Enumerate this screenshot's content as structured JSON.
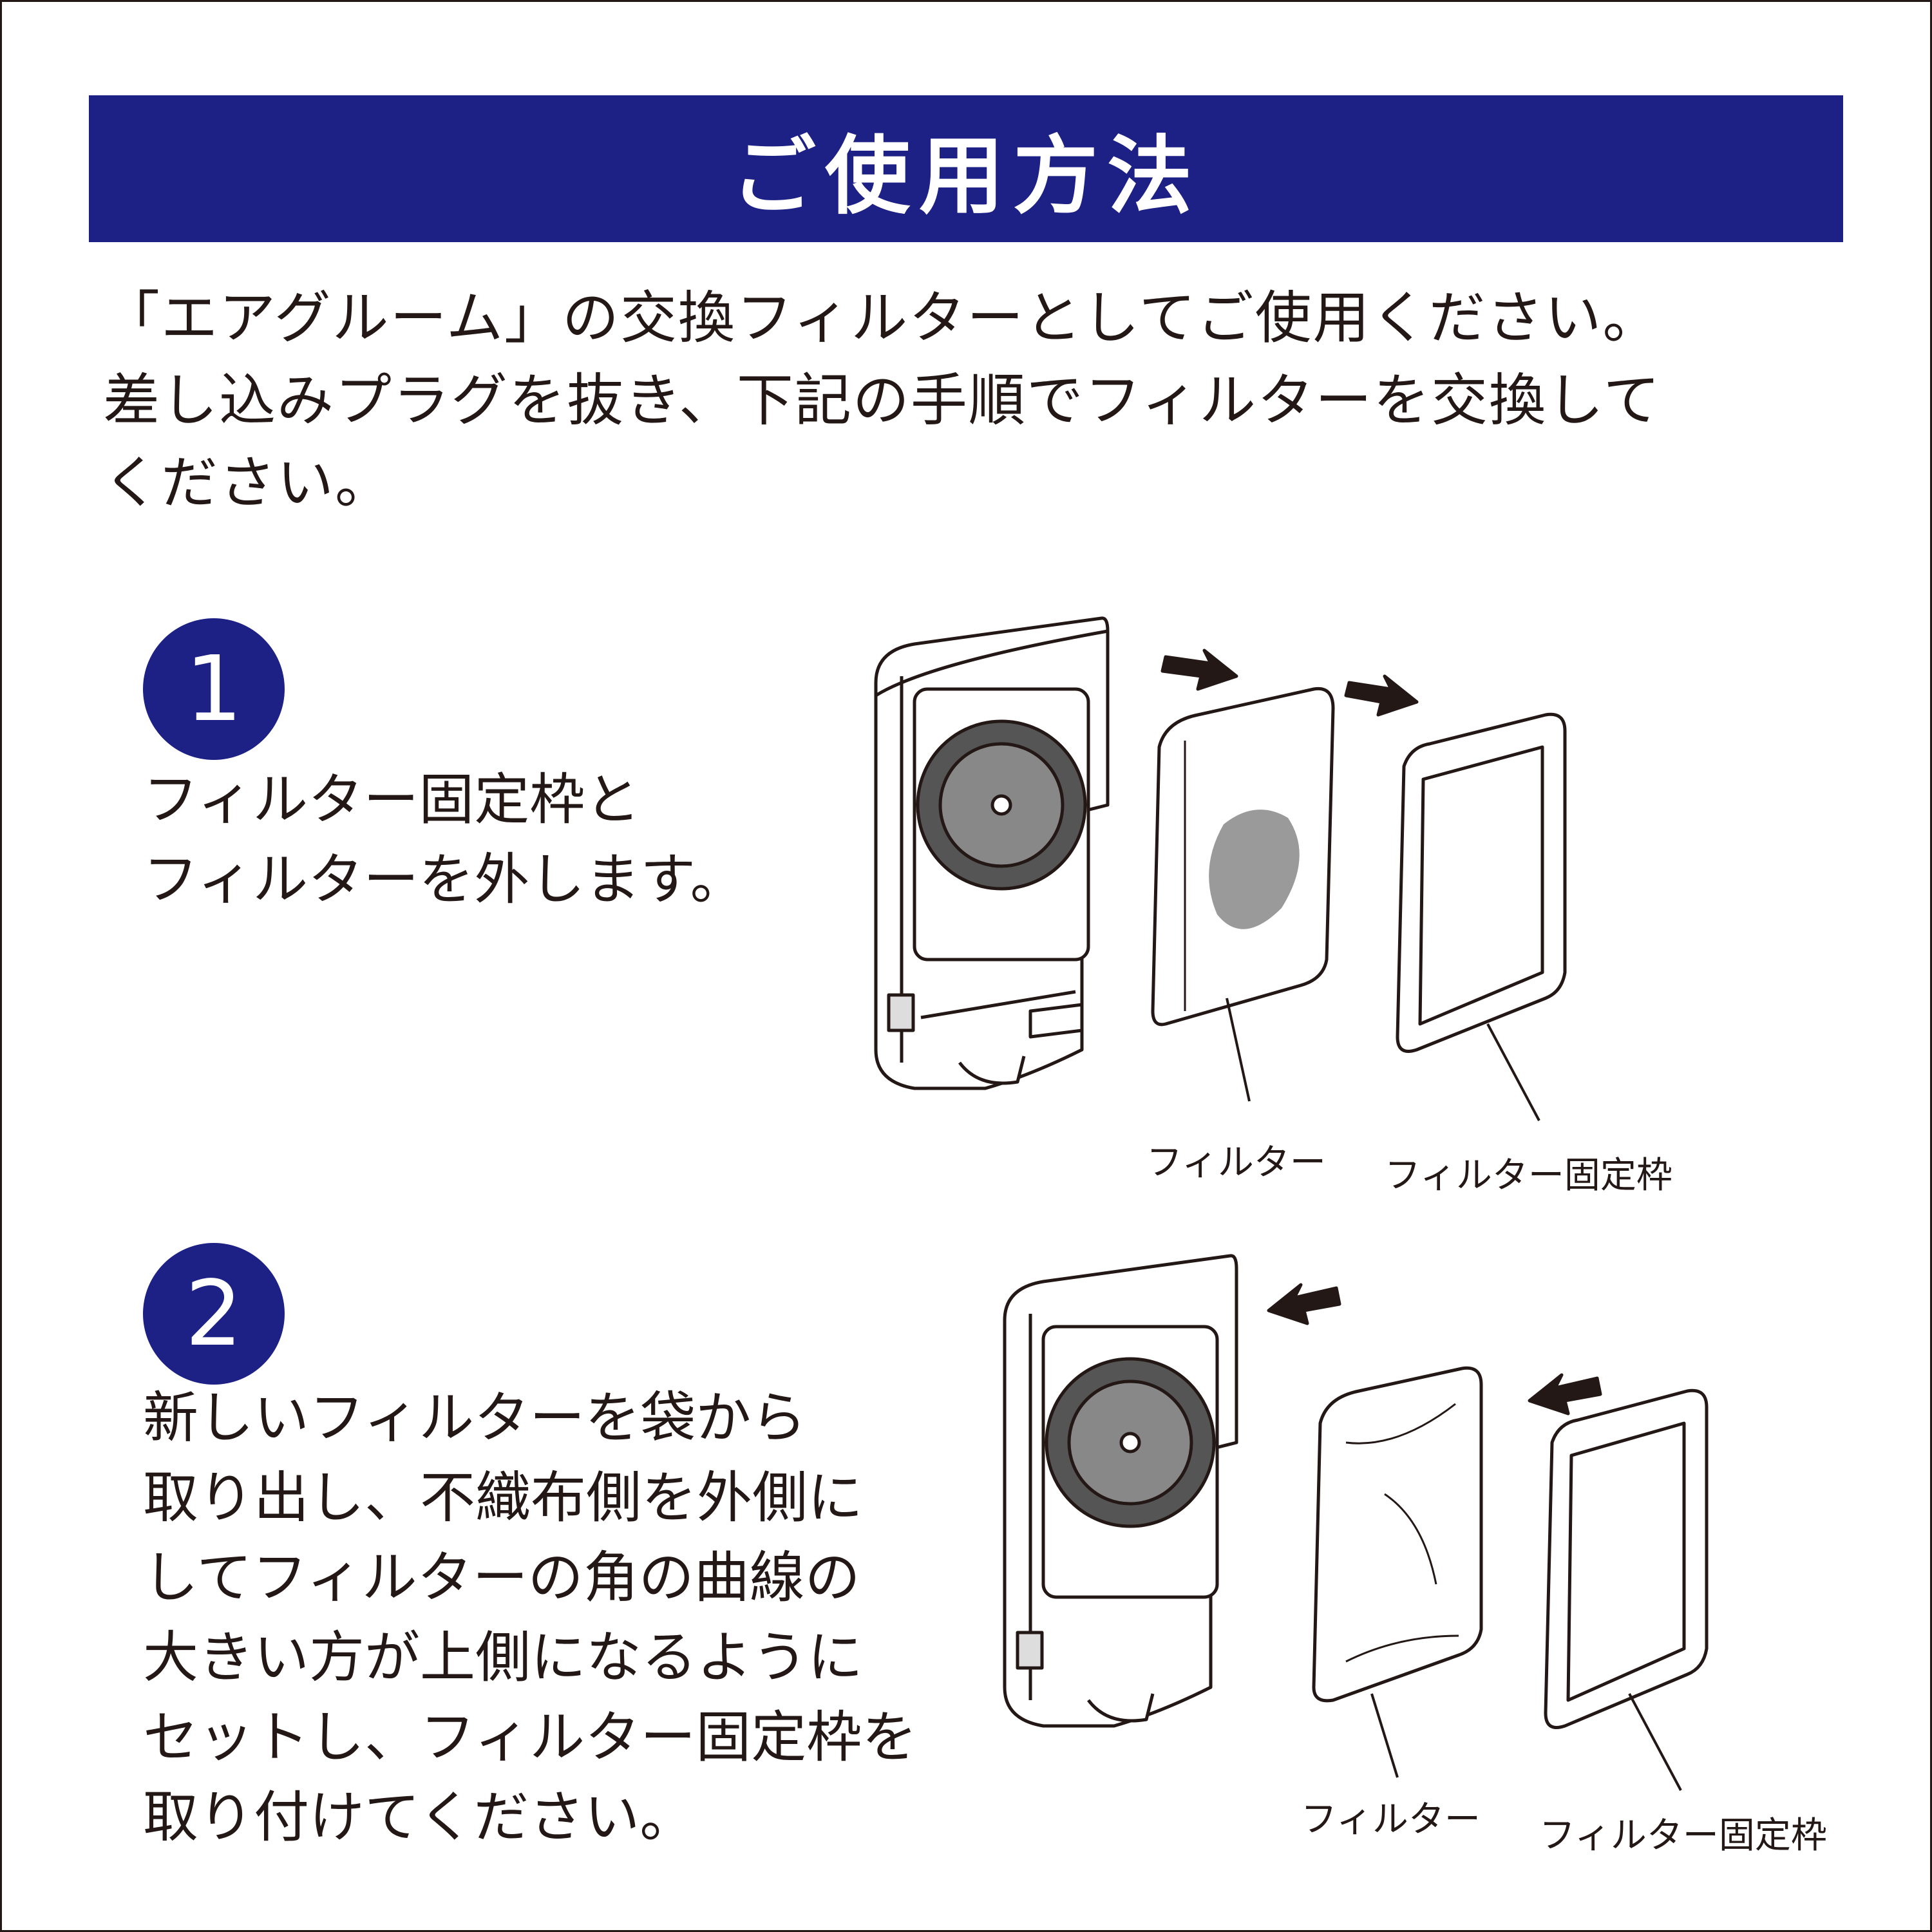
{
  "header": {
    "title": "ご使用方法",
    "bg_color": "#1d2085"
  },
  "intro": {
    "lines": [
      "「エアグルーム」の交換フィルターとしてご使用ください。",
      "差し込みプラグを抜き、下記の手順でフィルターを交換して",
      "ください。"
    ]
  },
  "steps": [
    {
      "number": "1",
      "lines": [
        "フィルター固定枠と",
        "フィルターを外します。"
      ],
      "labels": {
        "filter": "フィルター",
        "frame": "フィルター固定枠"
      }
    },
    {
      "number": "2",
      "lines": [
        "新しいフィルターを袋から",
        "取り出し、不織布側を外側に",
        "してフィルターの角の曲線の",
        "大きい方が上側になるように",
        "セットし、フィルター固定枠を",
        "取り付けてください。"
      ],
      "labels": {
        "filter": "フィルター",
        "frame": "フィルター固定枠"
      }
    }
  ],
  "colors": {
    "accent": "#1d2085",
    "text": "#231815"
  }
}
